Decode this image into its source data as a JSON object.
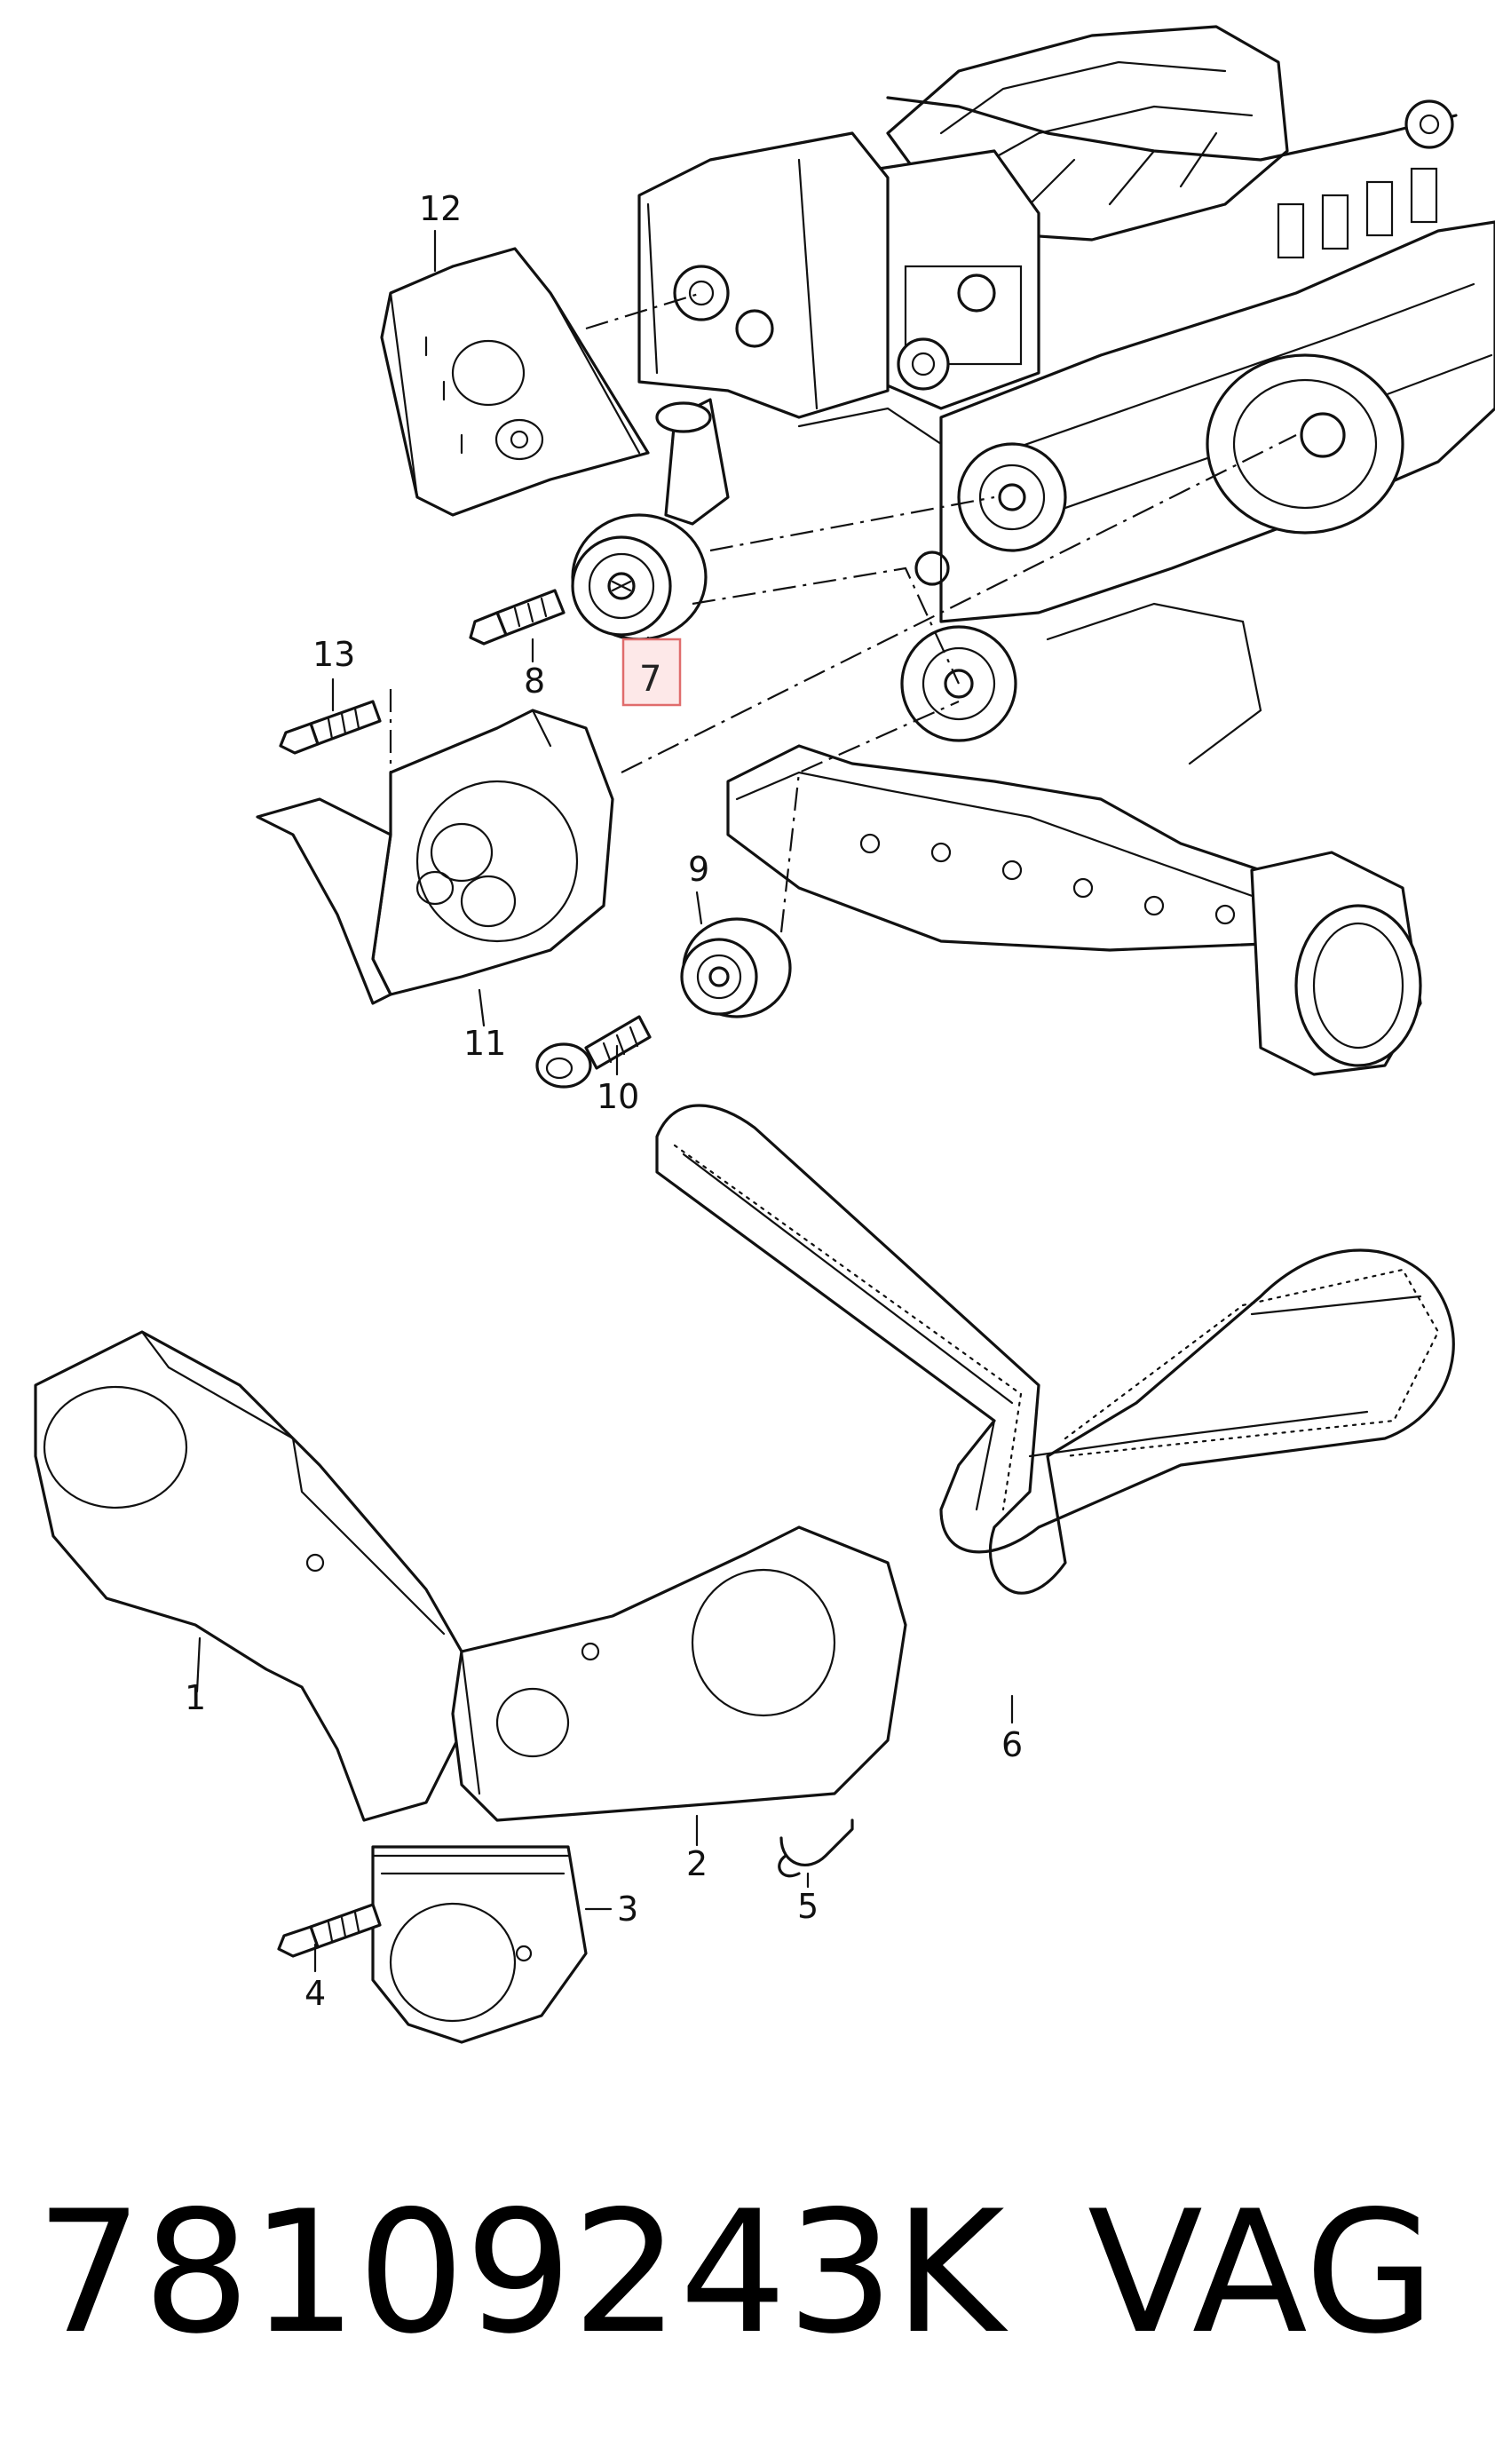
{
  "diagram": {
    "callouts": [
      {
        "id": "1",
        "label": "1"
      },
      {
        "id": "2",
        "label": "2"
      },
      {
        "id": "3",
        "label": "3"
      },
      {
        "id": "4",
        "label": "4"
      },
      {
        "id": "5",
        "label": "5"
      },
      {
        "id": "6",
        "label": "6"
      },
      {
        "id": "7",
        "label": "7",
        "highlighted": true
      },
      {
        "id": "8",
        "label": "8"
      },
      {
        "id": "9",
        "label": "9"
      },
      {
        "id": "10",
        "label": "10"
      },
      {
        "id": "11",
        "label": "11"
      },
      {
        "id": "12",
        "label": "12"
      },
      {
        "id": "13",
        "label": "13"
      }
    ],
    "highlight_color": "#e06c6c",
    "highlight_fill": "#fde8e8"
  },
  "footer": {
    "part_number": "78109243K",
    "brand": "VAG"
  }
}
